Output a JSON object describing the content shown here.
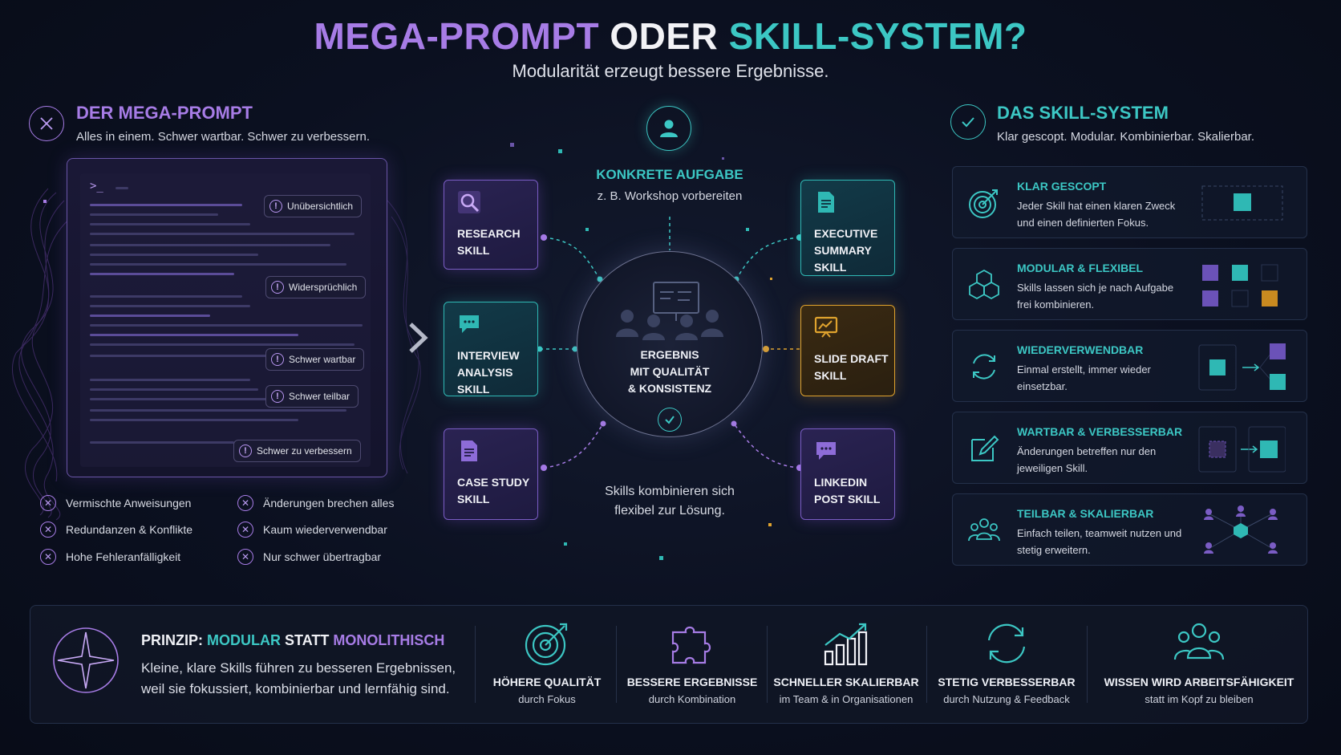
{
  "header": {
    "title_part1": "MEGA-PROMPT",
    "title_part2": "ODER",
    "title_part3": "SKILL-SYSTEM?",
    "subtitle": "Modularität erzeugt bessere Ergebnisse."
  },
  "left": {
    "title": "DER MEGA-PROMPT",
    "subtitle": "Alles in einem. Schwer wartbar. Schwer zu verbessern.",
    "prompt_symbol": ">_",
    "tags": [
      "Unübersichtlich",
      "Widersprüchlich",
      "Schwer wartbar",
      "Schwer teilbar",
      "Schwer zu verbessern"
    ],
    "issues_col1": [
      "Vermischte Anweisungen",
      "Redundanzen & Konflikte",
      "Hohe Fehleranfälligkeit"
    ],
    "issues_col2": [
      "Änderungen brechen alles",
      "Kaum wiederverwendbar",
      "Nur schwer übertragbar"
    ]
  },
  "center": {
    "task_title": "KONKRETE AUFGABE",
    "task_sub": "z. B. Workshop vorbereiten",
    "result": "ERGEBNIS\nMIT QUALITÄT\n& KONSISTENZ",
    "note": "Skills kombinieren sich\nflexibel zur Lösung.",
    "skills": [
      {
        "label": "RESEARCH\nSKILL",
        "color": "purple",
        "icon": "search-icon"
      },
      {
        "label": "INTERVIEW\nANALYSIS\nSKILL",
        "color": "teal",
        "icon": "chat-icon"
      },
      {
        "label": "CASE STUDY\nSKILL",
        "color": "purple",
        "icon": "document-icon"
      },
      {
        "label": "EXECUTIVE\nSUMMARY\nSKILL",
        "color": "teal",
        "icon": "document-icon"
      },
      {
        "label": "SLIDE DRAFT\nSKILL",
        "color": "gold",
        "icon": "presentation-icon"
      },
      {
        "label": "LINKEDIN\nPOST SKILL",
        "color": "purple",
        "icon": "chat-icon"
      }
    ]
  },
  "right": {
    "title": "DAS SKILL-SYSTEM",
    "subtitle": "Klar gescopt. Modular. Kombinierbar. Skalierbar.",
    "features": [
      {
        "title": "KLAR GESCOPT",
        "desc": "Jeder Skill hat einen klaren Zweck und einen definierten Fokus.",
        "icon": "target-icon"
      },
      {
        "title": "MODULAR & FLEXIBEL",
        "desc": "Skills lassen sich je nach Aufgabe frei kombinieren.",
        "icon": "cubes-icon"
      },
      {
        "title": "WIEDERVERWENDBAR",
        "desc": "Einmal erstellt, immer wieder einsetzbar.",
        "icon": "recycle-icon"
      },
      {
        "title": "WARTBAR & VERBESSERBAR",
        "desc": "Änderungen betreffen nur den jeweiligen Skill.",
        "icon": "edit-icon"
      },
      {
        "title": "TEILBAR & SKALIERBAR",
        "desc": "Einfach teilen, teamweit nutzen und stetig erweitern.",
        "icon": "team-icon"
      }
    ]
  },
  "bottom": {
    "principle_prefix": "PRINZIP:",
    "principle_w1": "MODULAR",
    "principle_w2": "STATT",
    "principle_w3": "MONOLITHISCH",
    "principle_body": "Kleine, klare Skills führen zu besseren Ergebnissen,\nweil sie fokussiert, kombinierbar und lernfähig sind.",
    "benefits": [
      {
        "title": "HÖHERE QUALITÄT",
        "sub": "durch Fokus",
        "icon": "target-icon"
      },
      {
        "title": "BESSERE ERGEBNISSE",
        "sub": "durch Kombination",
        "icon": "puzzle-icon"
      },
      {
        "title": "SCHNELLER SKALIERBAR",
        "sub": "im Team & in Organisationen",
        "icon": "growth-chart-icon"
      },
      {
        "title": "STETIG VERBESSERBAR",
        "sub": "durch Nutzung & Feedback",
        "icon": "refresh-icon"
      },
      {
        "title": "WISSEN WIRD ARBEITSFÄHIGKEIT",
        "sub": "statt im Kopf zu bleiben",
        "icon": "team-icon"
      }
    ]
  },
  "colors": {
    "purple": "#a77ce6",
    "teal": "#3cc7c4",
    "gold": "#e0a32e",
    "background": "#0b1020"
  }
}
